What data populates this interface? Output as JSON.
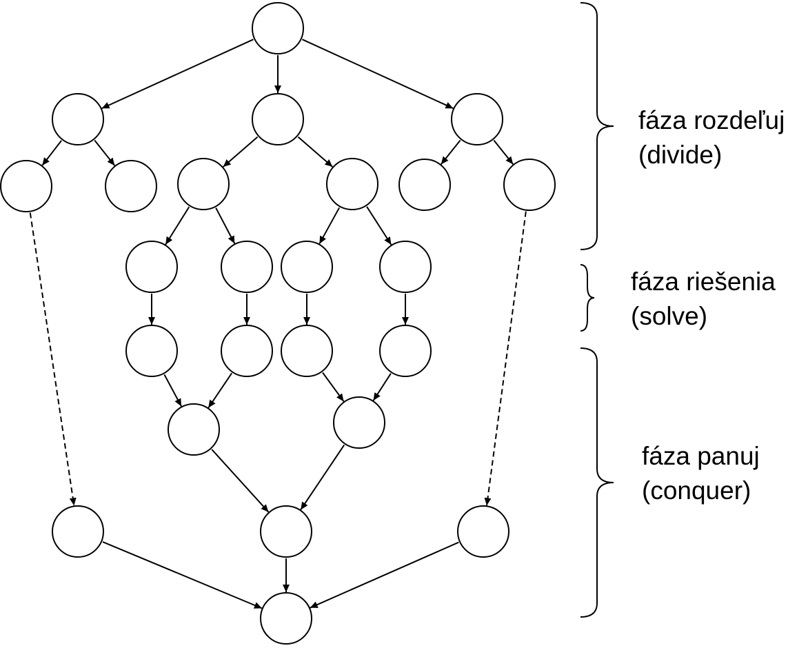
{
  "diagram": {
    "type": "divide-and-conquer task graph",
    "colors": {
      "stroke": "#000000",
      "fill": "#ffffff"
    },
    "phases": [
      {
        "id": "divide",
        "line1": "fáza rozdeľuj",
        "line2": "(divide)"
      },
      {
        "id": "solve",
        "line1": "fáza riešenia",
        "line2": "(solve)"
      },
      {
        "id": "conquer",
        "line1": "fáza panuj",
        "line2": "(conquer)"
      }
    ],
    "nodes": [
      "root",
      "l1-left",
      "l1-mid",
      "l1-right",
      "l2-a",
      "l2-b",
      "l2-c",
      "l2-d",
      "l2-e",
      "l2-f",
      "l3-a",
      "l3-b",
      "l3-c",
      "l3-d",
      "l4-a",
      "l4-b",
      "l4-c",
      "l4-d",
      "merge-left",
      "merge-right",
      "conquer-left",
      "conquer-mid",
      "conquer-right",
      "final"
    ],
    "edges": [
      {
        "from": "root",
        "to": "l1-left",
        "style": "solid"
      },
      {
        "from": "root",
        "to": "l1-mid",
        "style": "solid"
      },
      {
        "from": "root",
        "to": "l1-right",
        "style": "solid"
      },
      {
        "from": "l1-left",
        "to": "l2-a",
        "style": "solid"
      },
      {
        "from": "l1-left",
        "to": "l2-b",
        "style": "solid"
      },
      {
        "from": "l1-mid",
        "to": "l2-c",
        "style": "solid"
      },
      {
        "from": "l1-mid",
        "to": "l2-d",
        "style": "solid"
      },
      {
        "from": "l1-right",
        "to": "l2-e",
        "style": "solid"
      },
      {
        "from": "l1-right",
        "to": "l2-f",
        "style": "solid"
      },
      {
        "from": "l2-c",
        "to": "l3-a",
        "style": "solid"
      },
      {
        "from": "l2-c",
        "to": "l3-b",
        "style": "solid"
      },
      {
        "from": "l2-d",
        "to": "l3-c",
        "style": "solid"
      },
      {
        "from": "l2-d",
        "to": "l3-d",
        "style": "solid"
      },
      {
        "from": "l3-a",
        "to": "l4-a",
        "style": "solid"
      },
      {
        "from": "l3-b",
        "to": "l4-b",
        "style": "solid"
      },
      {
        "from": "l3-c",
        "to": "l4-c",
        "style": "solid"
      },
      {
        "from": "l3-d",
        "to": "l4-d",
        "style": "solid"
      },
      {
        "from": "l4-a",
        "to": "merge-left",
        "style": "solid"
      },
      {
        "from": "l4-b",
        "to": "merge-left",
        "style": "solid"
      },
      {
        "from": "l4-c",
        "to": "merge-right",
        "style": "solid"
      },
      {
        "from": "l4-d",
        "to": "merge-right",
        "style": "solid"
      },
      {
        "from": "merge-left",
        "to": "conquer-mid",
        "style": "solid"
      },
      {
        "from": "merge-right",
        "to": "conquer-mid",
        "style": "solid"
      },
      {
        "from": "l2-a",
        "to": "conquer-left",
        "style": "dashed"
      },
      {
        "from": "l2-f",
        "to": "conquer-right",
        "style": "dashed"
      },
      {
        "from": "conquer-left",
        "to": "final",
        "style": "solid"
      },
      {
        "from": "conquer-mid",
        "to": "final",
        "style": "solid"
      },
      {
        "from": "conquer-right",
        "to": "final",
        "style": "solid"
      }
    ]
  }
}
